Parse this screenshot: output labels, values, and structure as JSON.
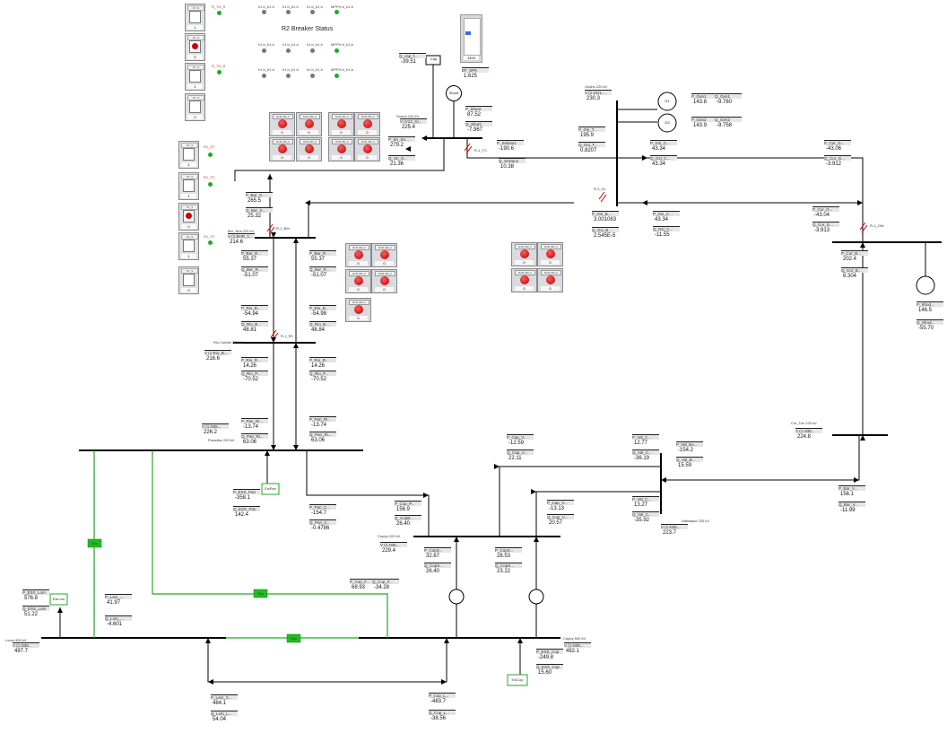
{
  "title": "R2 Breaker Status",
  "colors": {
    "line": "#000000",
    "green_line": "#22aa22",
    "green_box": "#22bb22",
    "breaker_red": "#cc0000",
    "led_green": "#22aa22",
    "led_gray": "#777777"
  },
  "breaker_status": {
    "row1": [
      "h1.b_b1.b",
      "h1.b_b1.b",
      "h1.b_b1.b",
      "MPPH.b_b1.b"
    ],
    "row2": [
      "h1.b_b1.b",
      "h1.b_b1.b",
      "h1.b_b1.b",
      "MPPH.b_b1.b"
    ],
    "row3": [
      "h1.b_b1.b",
      "h1.b_b1.b",
      "h1.b_b1.b",
      "MPPH.b_b1.b"
    ]
  },
  "measurements": {
    "q_cap": {
      "label": "Q_cap_f...",
      "value": "-39.51"
    },
    "ef_spk": {
      "label": "EF_SPK",
      "value": "1.625"
    },
    "p_shunt": {
      "label": "P_Shunt",
      "value": "87.52"
    },
    "q_shunt": {
      "label": "Q_Shunt",
      "value": "-7.967"
    },
    "v_sound": {
      "label": "V (V13_S)...",
      "value": "225.4"
    },
    "p_sn": {
      "label": "P_Sn_Sn...",
      "value": "279.2"
    },
    "q_sn": {
      "label": "Q_Sn_S...",
      "value": "21.36"
    },
    "p_snode1": {
      "label": "P_SnDau1",
      "value": "-190.6"
    },
    "q_snode1": {
      "label": "Q_SnDau1",
      "value": "10.38"
    },
    "v_dsch": {
      "label": "V (1.GU1...",
      "value": "230.3"
    },
    "p_gen1": {
      "label": "P_Gen1",
      "value": "143.8"
    },
    "q_gen1": {
      "label": "Q_Gen1",
      "value": "-9.760"
    },
    "p_gen2": {
      "label": "P_Gen2",
      "value": "143.9"
    },
    "q_gen2": {
      "label": "Q_Gen2",
      "value": "-9.758"
    },
    "p_gsi_t": {
      "label": "P_Gsi_T...",
      "value": "195.9"
    },
    "q_gsi_t": {
      "label": "Q_Gsi_T...",
      "value": "0.8207"
    },
    "p_gsi_c1": {
      "label": "P_Gsi_C...",
      "value": "43.34"
    },
    "q_gsi_c1": {
      "label": "Q_Gsi_C...",
      "value": "43.34"
    },
    "p_cor_g": {
      "label": "P_Cor_G...",
      "value": "-43.06"
    },
    "q_cor_g": {
      "label": "Q_Cor_G...",
      "value": "-3.912"
    },
    "p_bar_s": {
      "label": "P_Bar_S...",
      "value": "265.5"
    },
    "q_bar_s": {
      "label": "Q_Bar_S...",
      "value": "25.32"
    },
    "v_bhr": {
      "label": "V (1.BHR_1...",
      "value": "214.6"
    },
    "p_gsi_b": {
      "label": "P_Gsi_B...",
      "value": "3.001083"
    },
    "q_gsi_b": {
      "label": "Q_Gsi_B...",
      "value": "2.545E-5"
    },
    "p_gsi_c2": {
      "label": "P_Gsi_C...",
      "value": "43.34"
    },
    "q_gsi_c2": {
      "label": "Q_Gsi_C...",
      "value": "-11.55"
    },
    "p_cor_g2": {
      "label": "P_Cor_G...",
      "value": "-43.04"
    },
    "q_cor_g2": {
      "label": "Q_Cor_G...",
      "value": "-3.913"
    },
    "p_bar_r1": {
      "label": "P_Bar_R...",
      "value": "55.37"
    },
    "q_bar_r1": {
      "label": "Q_Bar_R...",
      "value": "-51.07"
    },
    "p_bar_r2": {
      "label": "P_Bar_R...",
      "value": "55.37"
    },
    "q_bar_r2": {
      "label": "Q_Bar_R...",
      "value": "-51.07"
    },
    "p_cor_b": {
      "label": "P_Cor_B...",
      "value": "202.4"
    },
    "q_cor_b": {
      "label": "Q_Cor_B...",
      "value": "6.304"
    },
    "p_shod": {
      "label": "P_Shod...",
      "value": "146.5"
    },
    "q_shod": {
      "label": "Q_Shod...",
      "value": "-55.70"
    },
    "p_rio_b1": {
      "label": "P_Rio_B...",
      "value": "-54.94"
    },
    "q_rio_b1": {
      "label": "Q_Rio_B...",
      "value": "48.81"
    },
    "p_rio_b2": {
      "label": "P_Rio_B...",
      "value": "-54.98"
    },
    "q_rio_b2": {
      "label": "Q_Rio_B...",
      "value": "48.84"
    },
    "v_rio": {
      "label": "V (1.Rio_B...",
      "value": "216.6"
    },
    "p_rio_r1": {
      "label": "P_Rio_R...",
      "value": "14.26"
    },
    "q_rio_r1": {
      "label": "Q_Rio_P...",
      "value": "-70.52"
    },
    "p_rio_r2": {
      "label": "P_Rio_R...",
      "value": "14.26"
    },
    "q_rio_r2": {
      "label": "Q_Rio_P...",
      "value": "-70.52"
    },
    "v_pan": {
      "label": "V (1.N35...",
      "value": "226.2"
    },
    "p_pan_ri1": {
      "label": "P_Pan_Ri...",
      "value": "-13.74"
    },
    "q_pan_ri1": {
      "label": "Q_Pan_Ri...",
      "value": "63.06"
    },
    "p_pan_ri2": {
      "label": "P_Pan_Ri...",
      "value": "-13.74"
    },
    "q_pan_ri2": {
      "label": "Q_Pan_Ri...",
      "value": "63.06"
    },
    "v_cor2": {
      "label": "V (1.N35...",
      "value": "224.8"
    },
    "p_cap_v1": {
      "label": "P_Cap_V...",
      "value": "-12.59"
    },
    "q_cap_v1": {
      "label": "Q_Cap_V...",
      "value": "22.11"
    },
    "p_val_c": {
      "label": "P_Val_C...",
      "value": "12.77"
    },
    "q_val_c": {
      "label": "Q_Val_C...",
      "value": "-36.19"
    },
    "p_val_b": {
      "label": "P_Val_Bo...",
      "value": "-154.2"
    },
    "q_val_b": {
      "label": "Q_Val_B...",
      "value": "15.59"
    },
    "p_ess_pan": {
      "label": "P_ESS_Pan",
      "value": "-358.1"
    },
    "q_ess_pan": {
      "label": "Q_ESS_Pan",
      "value": "142.4"
    },
    "p_pan_c": {
      "label": "P_Pan_C...",
      "value": "-154.7"
    },
    "q_pan_c": {
      "label": "Q_Pan_C...",
      "value": "-0.4786"
    },
    "p_cop_p": {
      "label": "P_Cop_P...",
      "value": "156.9"
    },
    "q_cop_b": {
      "label": "Q_CopB...",
      "value": "26.40"
    },
    "p_cap_v2": {
      "label": "P_Cap_V...",
      "value": "-13.13"
    },
    "q_cap_v2": {
      "label": "Q_Cap_V...",
      "value": "20.57"
    },
    "p_val_c2": {
      "label": "P_Val_C...",
      "value": "13.27"
    },
    "q_val_c2": {
      "label": "Q_Val_C...",
      "value": "-35.92"
    },
    "p_bar_v": {
      "label": "P_Bar_V...",
      "value": "156.1"
    },
    "q_bar_v": {
      "label": "Q_Bar_V...",
      "value": "-11.99"
    },
    "v_val": {
      "label": "V (1.N35...",
      "value": "223.7"
    },
    "v_copy": {
      "label": "V (1.N35...",
      "value": "229.4"
    },
    "p_cop1": {
      "label": "P_CopS...",
      "value": "32.67"
    },
    "q_cop1": {
      "label": "Q_CopS...",
      "value": "26.40"
    },
    "p_cop2": {
      "label": "P_CopS...",
      "value": "28.53"
    },
    "q_cop2": {
      "label": "Q_CopS...",
      "value": "23.22"
    },
    "p_ess_lom": {
      "label": "P_ESS_Lom",
      "value": "576.8"
    },
    "q_ess_lom": {
      "label": "Q_ESS_Lom",
      "value": "51.22"
    },
    "p_lom": {
      "label": "P_Lom_...",
      "value": "41.97"
    },
    "q_lom": {
      "label": "Q_Lom_...",
      "value": "-4.601"
    },
    "p_cop_f": {
      "label": "P_Cop_F...",
      "value": "68.93"
    },
    "q_cop_f": {
      "label": "Q_Cop_F...",
      "value": "-34.28"
    },
    "v_lom": {
      "label": "V (1.N35...",
      "value": "497.7"
    },
    "v_copy2": {
      "label": "V (1.N35...",
      "value": "492.1"
    },
    "p_ess_cop": {
      "label": "P_ESS_Cop",
      "value": "-249.8"
    },
    "q_ess_cop": {
      "label": "Q_ESS_Cop",
      "value": "15.60"
    },
    "p_lom_c": {
      "label": "P_Lom_C...",
      "value": "484.1"
    },
    "q_lom_c": {
      "label": "Q_Lom_L...",
      "value": "54.04"
    },
    "p_cop_l": {
      "label": "P_Cop_L...",
      "value": "-483.7"
    },
    "q_cop_l": {
      "label": "Q_Cop_L...",
      "value": "-38.56"
    }
  },
  "bus_names": {
    "sound": "Sound 220 kV",
    "dsch": "Gushu 220 kV",
    "bhr": "Bhr_Nhs 220 kV",
    "rio": "Rio Cobble 220 kV",
    "pan": "Paradise 220 kV",
    "cor": "Cor_Ton 220 kV",
    "val": "Valbaique 220 kV",
    "copy": "Copey 220 kV",
    "lom": "Lomo 500 kV",
    "copy500": "Copey 500 kV"
  },
  "breaker_labels": {
    "r1_tc": "R-1_TC",
    "r1_g": "R-1_GI",
    "r1_ow": "R-1_OW",
    "r1_bm": "R-1_BM",
    "r1_rc": "R-1_RC"
  },
  "device_labels": {
    "cap": "Cap",
    "shunt": "Shunt",
    "g1": "G1",
    "g2": "G2",
    "esspan": "EsiPan",
    "esslom": "EsiLom",
    "esscop": "EsiCop",
    "svc": "Svc",
    "svc2": "Svc",
    "svc3": "Svc",
    "slider_val": "1400"
  },
  "panel_breakers": {
    "grid_a": [
      "R1B_BR_b",
      "R1B_BR_b",
      "R1B_BR_b",
      "R1B_BR_b"
    ],
    "grid_b": [
      "R1B_BR_b",
      "R1B_BR_b",
      "R1B_BR_b",
      "R1B_BR_b"
    ],
    "grid_c": [
      "R1B_BR_b",
      "R1B_BR_b",
      "R1B_BR_b",
      "R1B_BR_b",
      "R1B_BR_b"
    ],
    "grid_d": [
      "R1B_BR_b",
      "R1B_BR_b",
      "R1B_BR_b",
      "R1B_BR_b"
    ],
    "value": "0"
  },
  "left_switches": {
    "top": [
      {
        "hdr": "ST_S",
        "ft": "1",
        "led": "R_TD_S",
        "state": "on"
      },
      {
        "hdr": "ST_S",
        "ft": "0",
        "led": "",
        "state": "off"
      },
      {
        "hdr": "ST_S",
        "ft": "1",
        "led": "R_TD_S",
        "state": "on"
      },
      {
        "hdr": "ST_S",
        "ft": "0",
        "led": "",
        "state": "off"
      }
    ],
    "mid": [
      {
        "hdr": "ST_S",
        "ft": "1",
        "led": "R1_ST",
        "state": "on"
      },
      {
        "hdr": "ST_S",
        "ft": "1",
        "led": "R1_ST",
        "state": "on"
      },
      {
        "hdr": "ST_S",
        "ft": "0",
        "led": "",
        "state": "off"
      },
      {
        "hdr": "ST_S",
        "ft": "1",
        "led": "R1_ST",
        "state": "on"
      },
      {
        "hdr": "ST_S",
        "ft": "0",
        "led": "",
        "state": "off"
      }
    ]
  }
}
